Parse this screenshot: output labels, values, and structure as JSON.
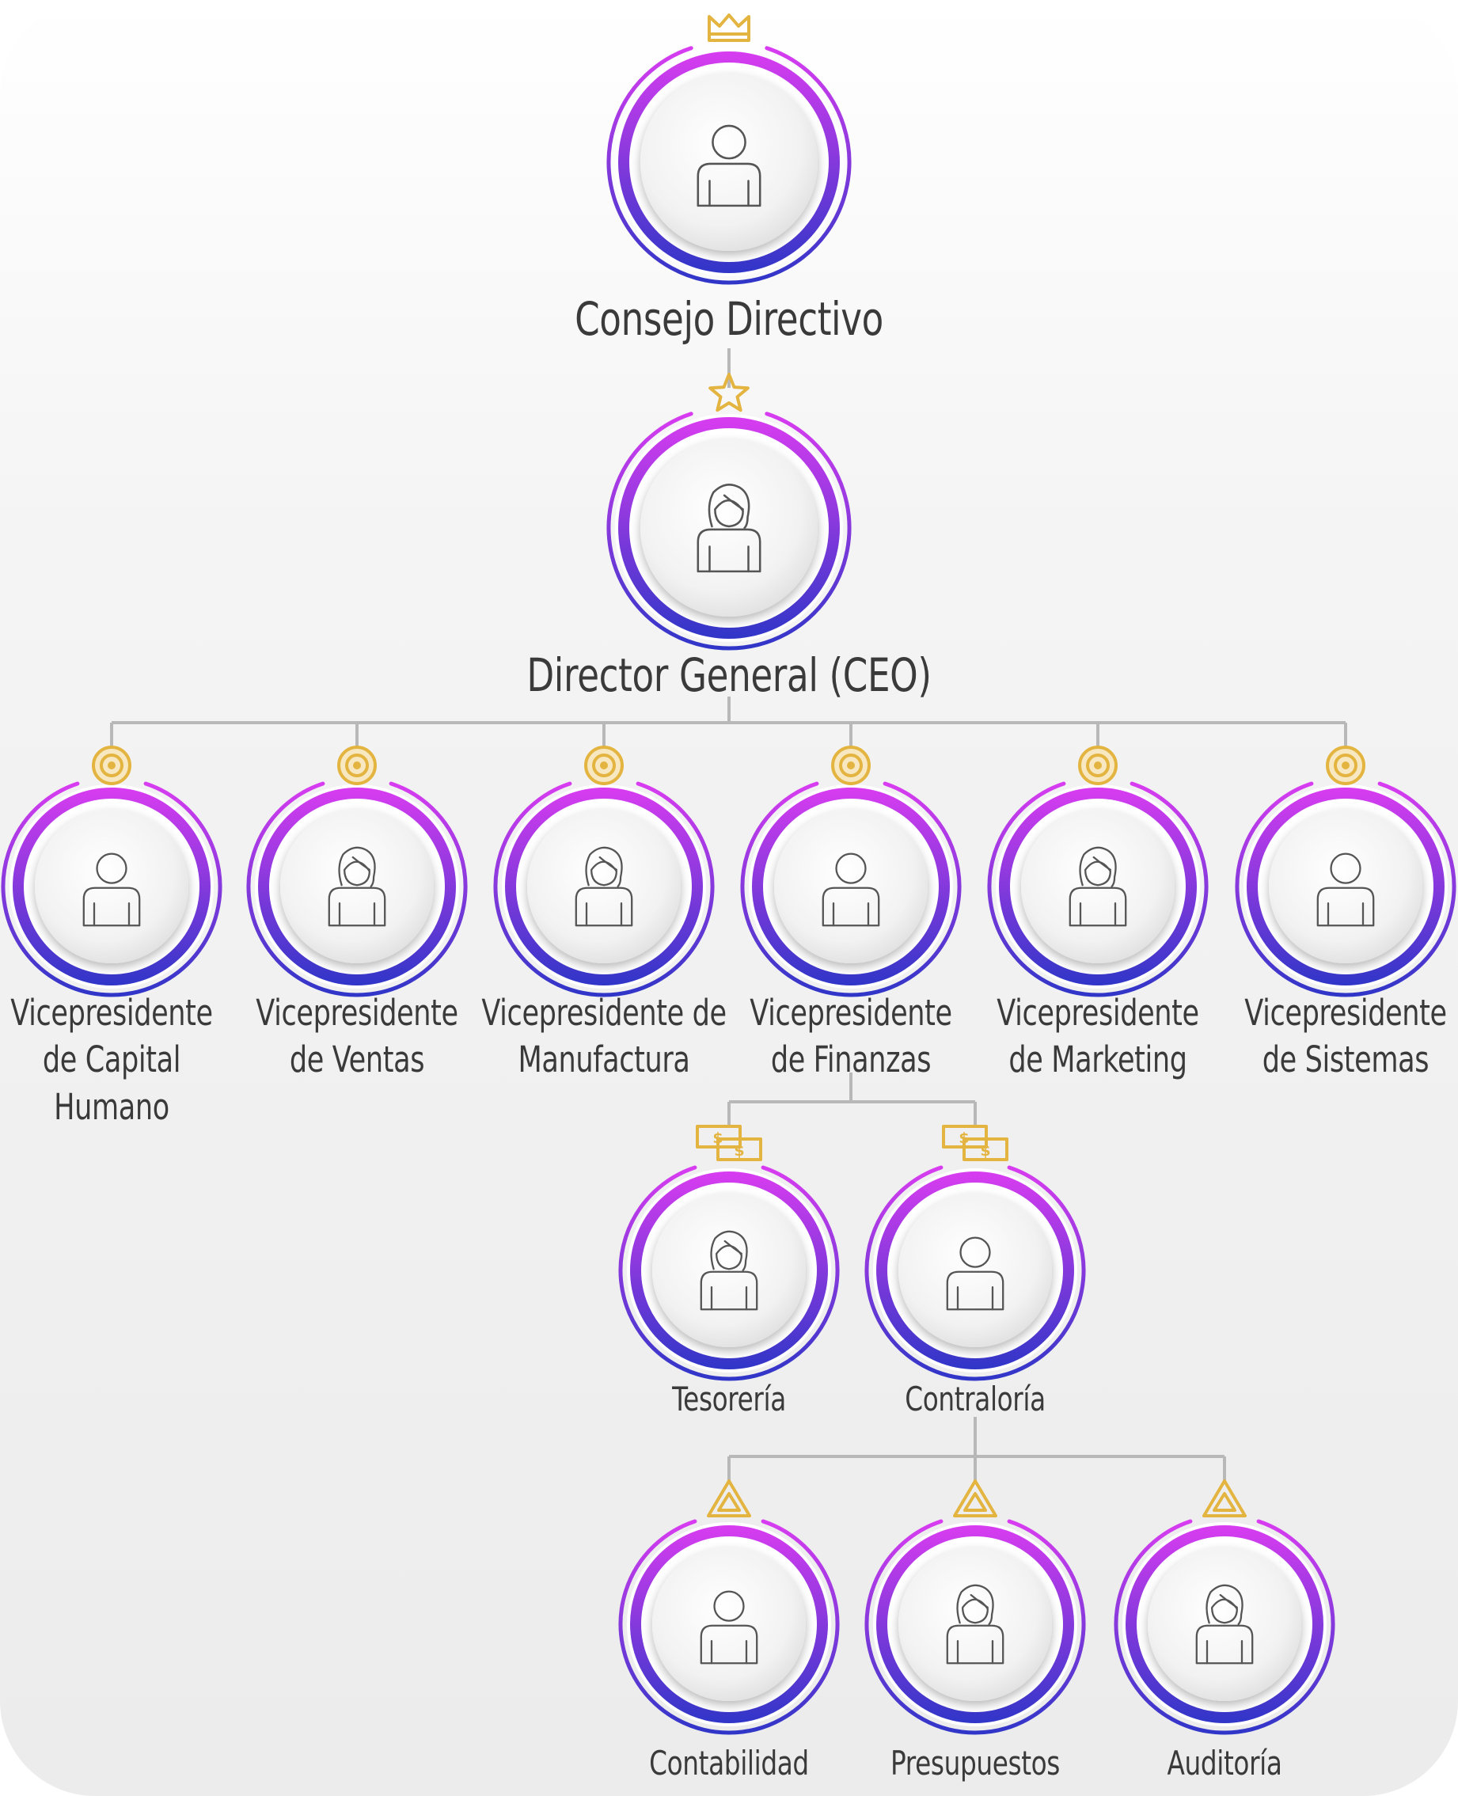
{
  "colors": {
    "ring_top": "#d83cf0",
    "ring_bottom": "#3036c8",
    "connector": "#b8b8b8",
    "badge": "#e4b440",
    "label": "#3a3a3a"
  },
  "nodes": [
    {
      "id": "consejo",
      "label": "Consejo Directivo",
      "badge": "crown-icon",
      "avatar": "male"
    },
    {
      "id": "ceo",
      "label": "Director General (CEO)",
      "badge": "star-icon",
      "avatar": "female"
    },
    {
      "id": "vp-capital",
      "label": "Vicepresidente\nde Capital\nHumano",
      "badge": "target-icon",
      "avatar": "male"
    },
    {
      "id": "vp-ventas",
      "label": "Vicepresidente\nde Ventas",
      "badge": "target-icon",
      "avatar": "female"
    },
    {
      "id": "vp-manufactura",
      "label": "Vicepresidente de\nManufactura",
      "badge": "target-icon",
      "avatar": "female"
    },
    {
      "id": "vp-finanzas",
      "label": "Vicepresidente\nde Finanzas",
      "badge": "target-icon",
      "avatar": "male"
    },
    {
      "id": "vp-marketing",
      "label": "Vicepresidente\nde Marketing",
      "badge": "target-icon",
      "avatar": "female"
    },
    {
      "id": "vp-sistemas",
      "label": "Vicepresidente\nde Sistemas",
      "badge": "target-icon",
      "avatar": "male"
    },
    {
      "id": "tesoreria",
      "label": "Tesorería",
      "badge": "money-icon",
      "avatar": "female"
    },
    {
      "id": "contraloria",
      "label": "Contraloría",
      "badge": "money-icon",
      "avatar": "male"
    },
    {
      "id": "contabilidad",
      "label": "Contabilidad",
      "badge": "triangle-icon",
      "avatar": "male"
    },
    {
      "id": "presupuestos",
      "label": "Presupuestos",
      "badge": "triangle-icon",
      "avatar": "female"
    },
    {
      "id": "auditoria",
      "label": "Auditoría",
      "badge": "triangle-icon",
      "avatar": "female"
    }
  ],
  "edges": [
    [
      "consejo",
      "ceo"
    ],
    [
      "ceo",
      "vp-capital"
    ],
    [
      "ceo",
      "vp-ventas"
    ],
    [
      "ceo",
      "vp-manufactura"
    ],
    [
      "ceo",
      "vp-finanzas"
    ],
    [
      "ceo",
      "vp-marketing"
    ],
    [
      "ceo",
      "vp-sistemas"
    ],
    [
      "vp-finanzas",
      "tesoreria"
    ],
    [
      "vp-finanzas",
      "contraloria"
    ],
    [
      "contraloria",
      "contabilidad"
    ],
    [
      "contraloria",
      "presupuestos"
    ],
    [
      "contraloria",
      "auditoria"
    ]
  ]
}
